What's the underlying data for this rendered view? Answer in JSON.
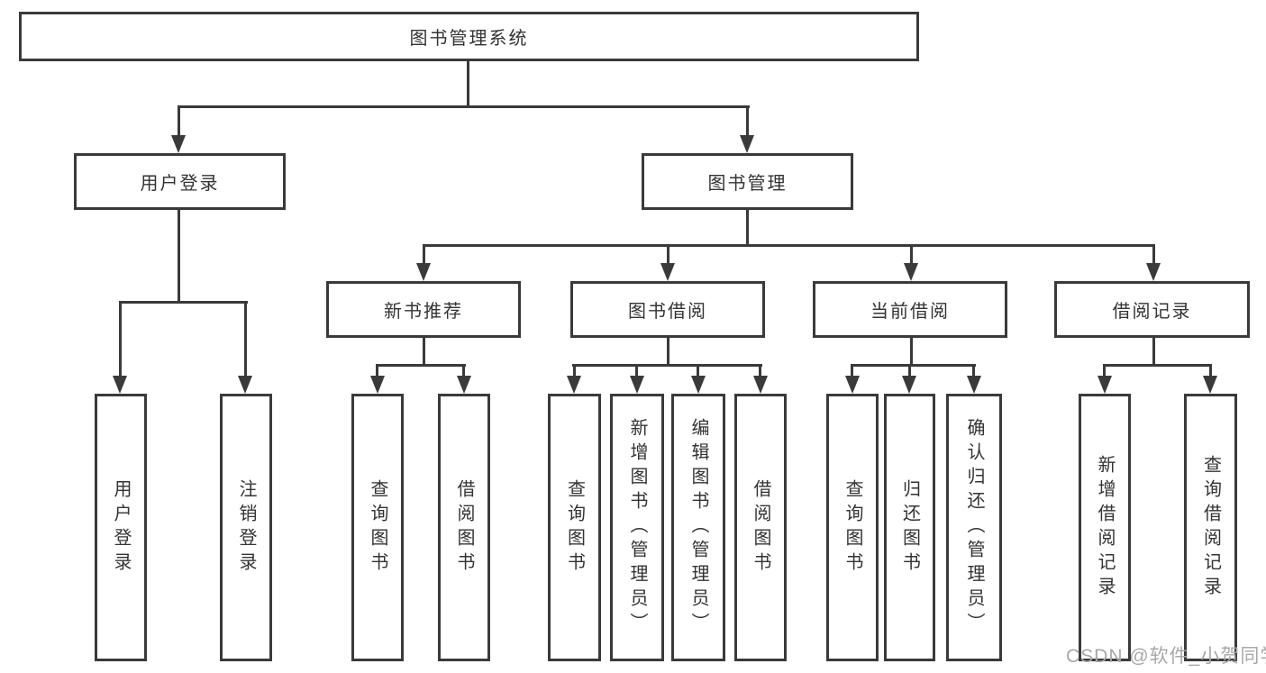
{
  "diagram": {
    "root": "图书管理系统",
    "level2": [
      "用户登录",
      "图书管理"
    ],
    "level3": [
      "新书推荐",
      "图书借阅",
      "当前借阅",
      "借阅记录"
    ],
    "leaves": {
      "user_login": [
        "用户登录",
        "注销登录"
      ],
      "new_book_recommend": [
        "查询图书",
        "借阅图书"
      ],
      "book_borrow": [
        "查询图书",
        "新增图书（管理员）",
        "编辑图书（管理员）",
        "借阅图书"
      ],
      "current_borrow": [
        "查询图书",
        "归还图书",
        "确认归还（管理员）"
      ],
      "borrow_records": [
        "新增借阅记录",
        "查询借阅记录"
      ]
    }
  },
  "watermark": {
    "text": "CSDN @软件_小贺同学"
  },
  "colors": {
    "line": "#3a3a3a",
    "text": "#333333",
    "watermark": "#a8a8a8",
    "background": "#ffffff"
  }
}
